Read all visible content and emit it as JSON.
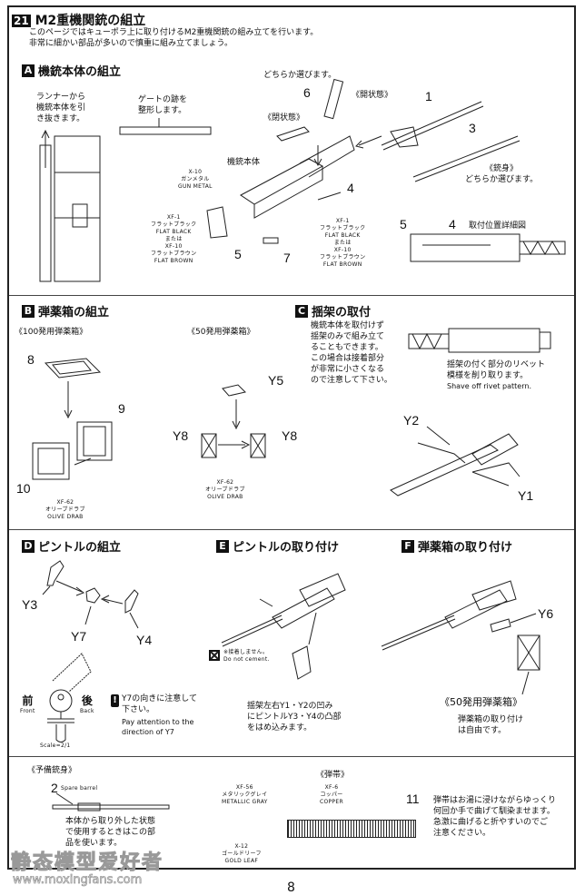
{
  "step": {
    "number": "21",
    "title": "M2重機関銃の組立",
    "intro": [
      "このページではキューポラ上に取り付けるM2重機関銃の組み立てを行います。",
      "非常に細かい部品が多いので慎重に組み立てましょう。"
    ]
  },
  "section_a": {
    "letter": "A",
    "title": "機銃本体の組立",
    "runner_note": [
      "ランナーから",
      "機銃本体を引",
      "き抜きます。"
    ],
    "gate_note": [
      "ゲートの跡を",
      "整形します。"
    ],
    "choose_note": "どちらか選びます。",
    "open_state": "《開状態》",
    "closed_state": "《閉状態》",
    "barrel_label": "《銃身》",
    "barrel_choose": "どちらか選びます。",
    "body_label": "機銃本体",
    "detail_label": "取付位置詳細図",
    "paint_gunmetal": [
      "X-10",
      "ガンメタル",
      "GUN METAL"
    ],
    "paint_left": [
      "XF-1",
      "フラットブラック",
      "FLAT BLACK",
      "または",
      "XF-10",
      "フラットブラウン",
      "FLAT BROWN"
    ],
    "paint_right": [
      "XF-1",
      "フラットブラック",
      "FLAT BLACK",
      "または",
      "XF-10",
      "フラットブラウン",
      "FLAT BROWN"
    ],
    "parts": [
      "1",
      "3",
      "4",
      "5",
      "6",
      "7",
      "5",
      "4"
    ]
  },
  "section_b": {
    "letter": "B",
    "title": "弾薬箱の組立",
    "box100": "《100発用弾薬箱》",
    "box50": "《50発用弾薬箱》",
    "parts": [
      "8",
      "9",
      "10",
      "Y5",
      "Y8",
      "Y8"
    ],
    "paint_left": [
      "XF-62",
      "オリーブドラブ",
      "OLIVE DRAB"
    ],
    "paint_right": [
      "XF-62",
      "オリーブドラブ",
      "OLIVE DRAB"
    ]
  },
  "section_c": {
    "letter": "C",
    "title": "揺架の取付",
    "note": [
      "機銃本体を取付けず",
      "揺架のみで組み立て",
      "ることもできます。",
      "この場合は接着部分",
      "が非常に小さくなる",
      "ので注意して下さい。"
    ],
    "rivet_note": [
      "揺架の付く部分のリベット",
      "模様を削り取ります。"
    ],
    "rivet_note_en": "Shave off rivet pattern.",
    "parts": [
      "Y2",
      "Y1"
    ]
  },
  "section_d": {
    "letter": "D",
    "title": "ピントルの組立",
    "parts": [
      "Y3",
      "Y7",
      "Y4"
    ],
    "front_jp": "前",
    "front_en": "Front",
    "back_jp": "後",
    "back_en": "Back",
    "scale": "Scale=2/1",
    "caution": [
      "Y7の向きに注意して",
      "下さい。"
    ],
    "caution_en": [
      "Pay attention to the",
      "direction of Y7"
    ]
  },
  "section_e": {
    "letter": "E",
    "title": "ピントルの取り付け",
    "no_cement_jp": "※接着しません。",
    "no_cement_en": "Do not cement.",
    "note": [
      "揺架左右Y1・Y2の凹み",
      "にピントルY3・Y4の凸部",
      "をはめ込みます。"
    ]
  },
  "section_f": {
    "letter": "F",
    "title": "弾薬箱の取り付け",
    "part": "Y6",
    "box50": "《50発用弾薬箱》",
    "note": [
      "弾薬箱の取り付け",
      "は自由です。"
    ]
  },
  "spare": {
    "title": "《予備銃身》",
    "part": "2",
    "part_en": "Spare barrel",
    "note": [
      "本体から取り外した状態",
      "で使用するときはこの部",
      "品を使います。"
    ]
  },
  "belt": {
    "title": "《弾帯》",
    "part": "11",
    "paint_grey": [
      "XF-56",
      "メタリックグレイ",
      "METALLIC GRAY"
    ],
    "paint_copper": [
      "XF-6",
      "コッパー",
      "COPPER"
    ],
    "paint_gold": [
      "X-12",
      "ゴールドリーフ",
      "GOLD LEAF"
    ],
    "note": [
      "弾帯はお湯に浸けながらゆっくり",
      "何回か手で曲げて馴染ませます。",
      "急激に曲げると折やすいのでご",
      "注意ください。"
    ]
  },
  "watermark": {
    "name": "静态模型爱好者",
    "url": "www.moxingfans.com"
  },
  "page_number": "8"
}
